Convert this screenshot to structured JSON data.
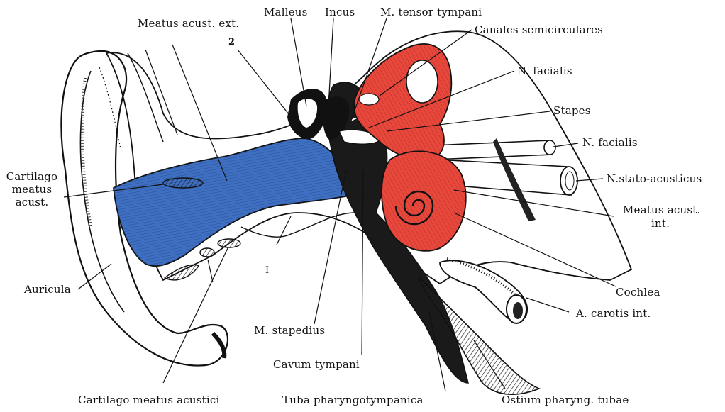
{
  "labels": {
    "malleus": "Malleus",
    "incus": "Incus",
    "tensor_tympani": "M. tensor tympani",
    "meatus_ext": "Meatus acust. ext.",
    "canales": "Canales semicirculares",
    "facialis_top": "N. facialis",
    "stapes": "Stapes",
    "facialis_mid": "N. facialis",
    "stato": "N.stato-acusticus",
    "meatus_int_1": "Meatus acust.",
    "meatus_int_2": "int.",
    "cochlea": "Cochlea",
    "carotis": "A. carotis int.",
    "ostium": "Ostium pharyng. tubae",
    "tuba": "Tuba pharyngotympanica",
    "cavum": "Cavum tympani",
    "stapedius": "M. stapedius",
    "cart_meatus_acustici": "Cartilago meatus acustici",
    "auricula": "Auricula",
    "cart_1": "Cartilago",
    "cart_2": "meatus",
    "cart_3": "acust.",
    "num_2": "2",
    "num_1": "I"
  },
  "colors": {
    "canal": "#3e6fc0",
    "inner_ear": "#e8473c",
    "ink": "#111111"
  }
}
